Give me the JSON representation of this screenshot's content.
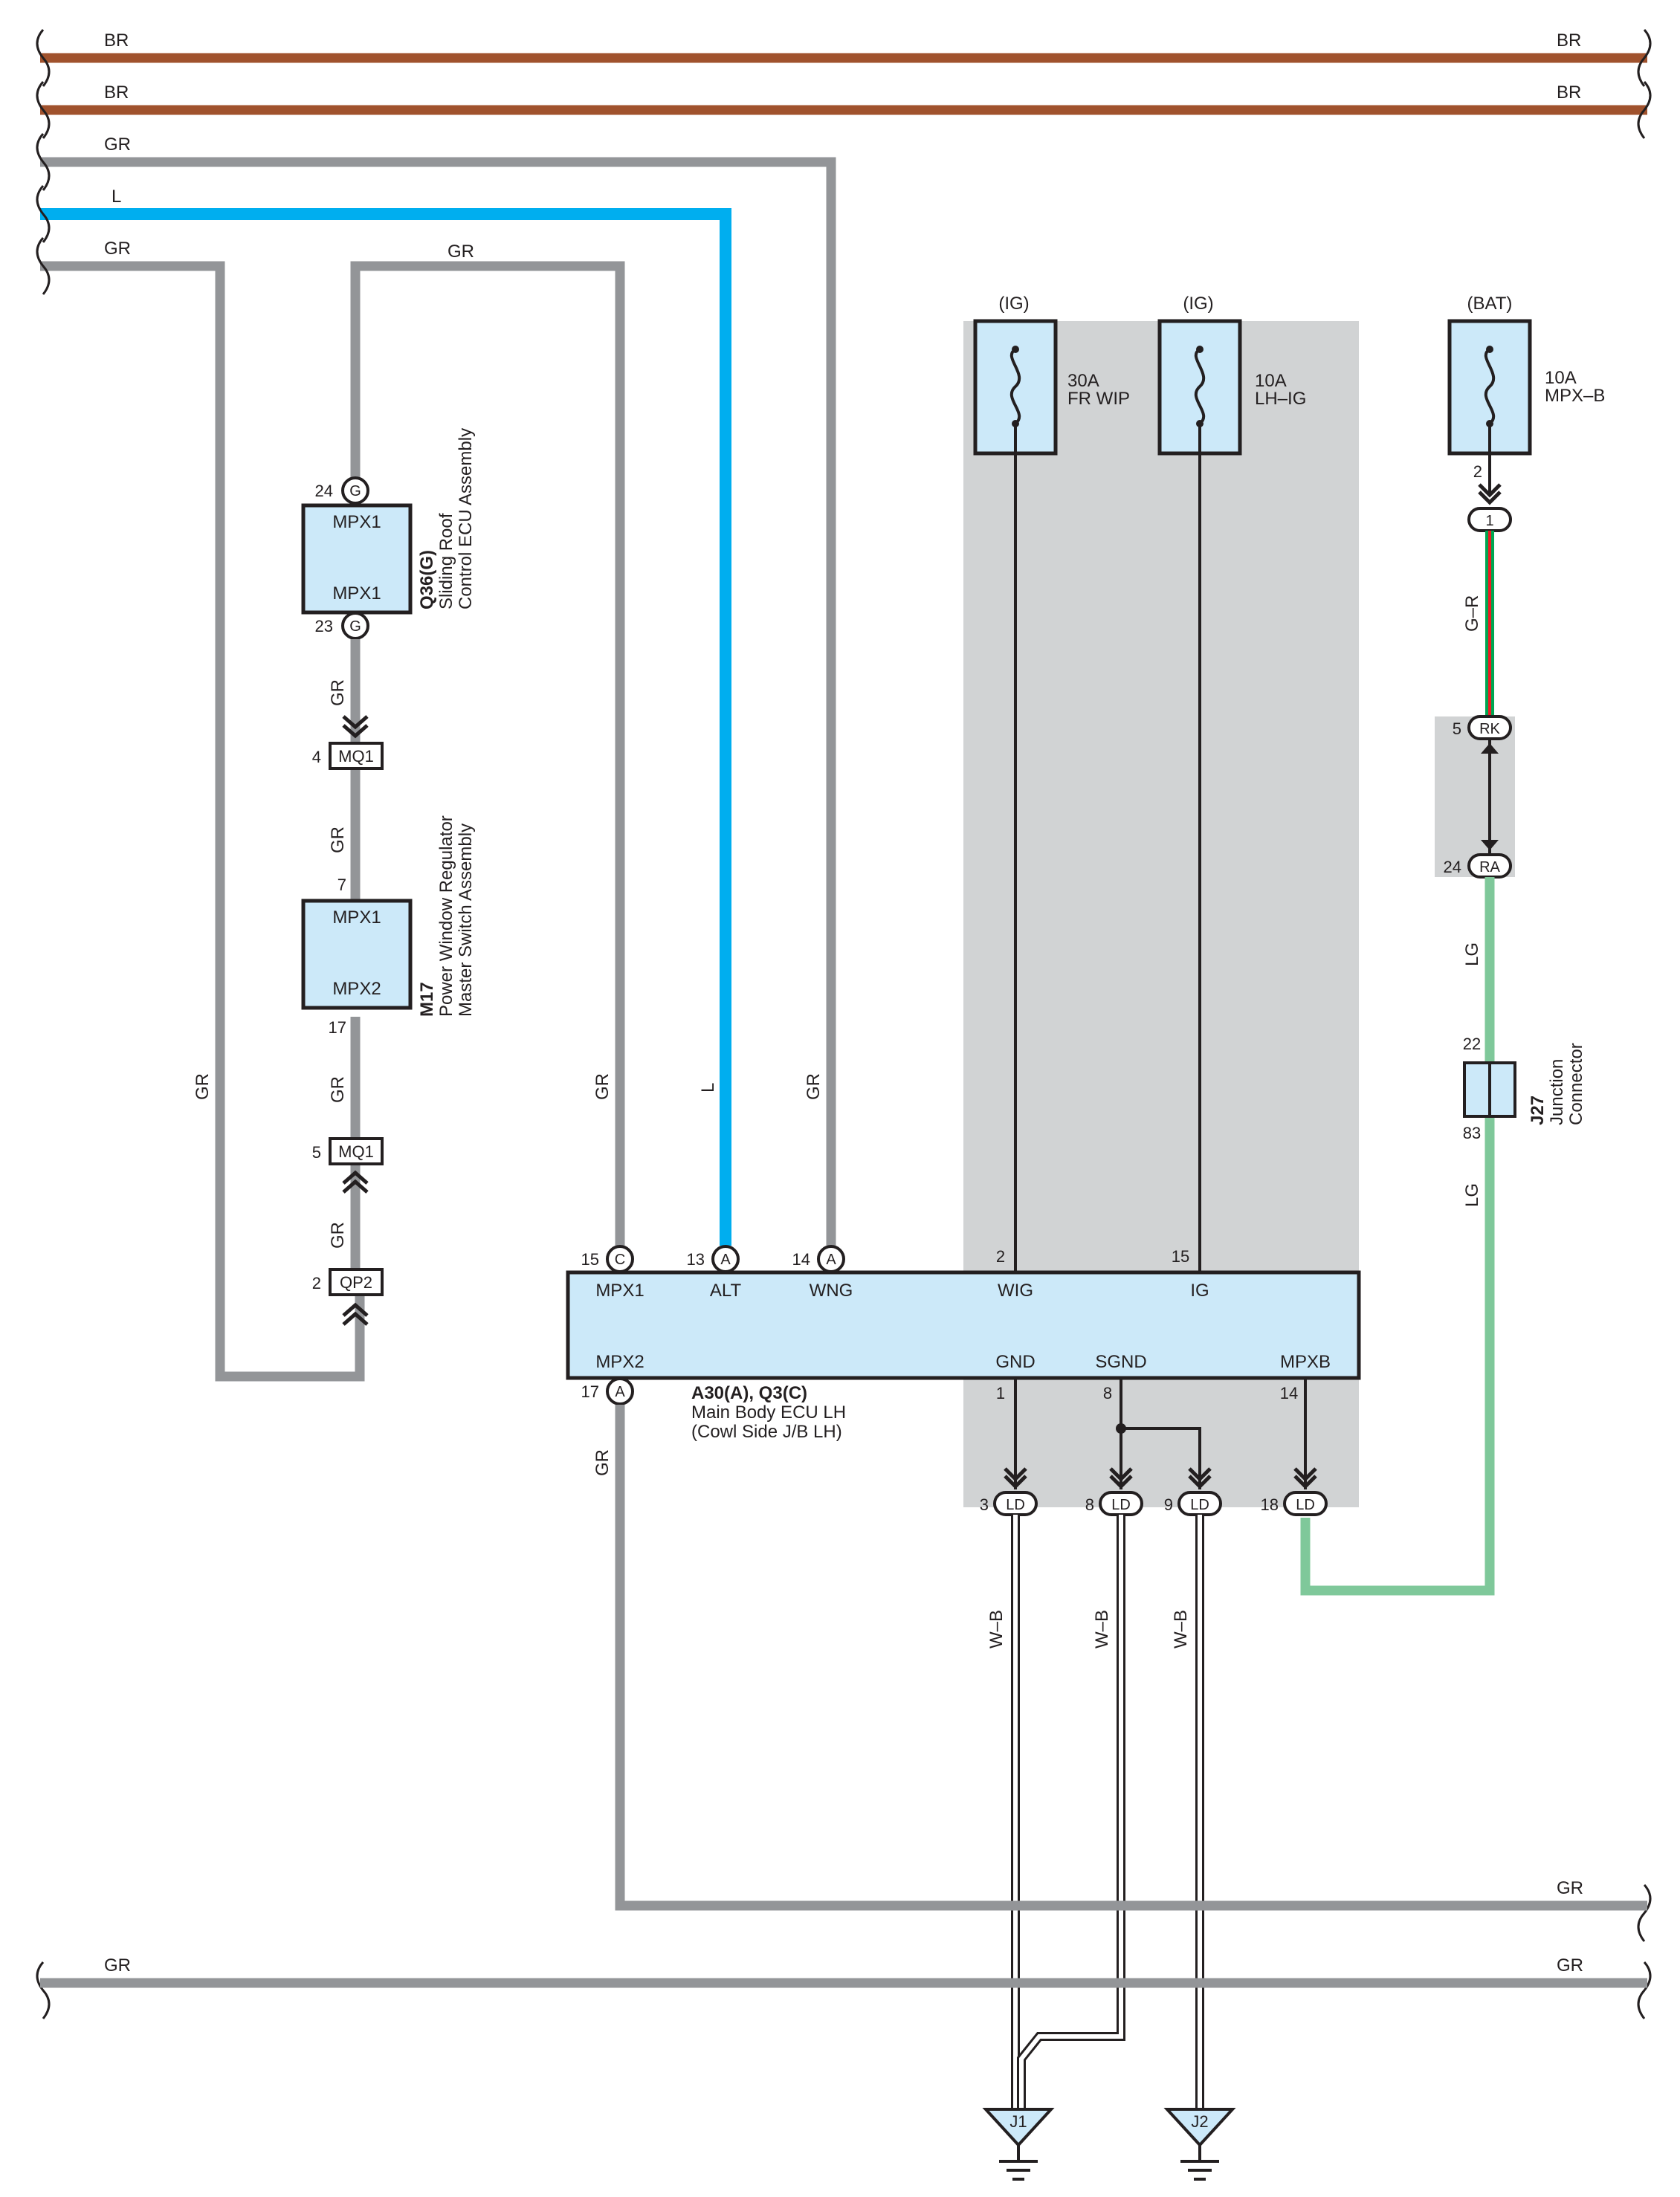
{
  "colors": {
    "wire_br": "#a0522d",
    "wire_gr": "#939598",
    "wire_l": "#00aeef",
    "wire_lg": "#7fc89a",
    "wire_black": "#231f20",
    "component_fill": "#cce9f9",
    "shade": "#d1d3d4",
    "wire_g": "#00a651",
    "wire_r": "#ed1c24"
  },
  "wires": {
    "br": "BR",
    "gr": "GR",
    "l": "L",
    "lg": "LG",
    "gr_dash": "G–R",
    "wb": "W–B"
  },
  "fuses": [
    {
      "source": "(IG)",
      "rating": "30A",
      "name": "FR WIP"
    },
    {
      "source": "(IG)",
      "rating": "10A",
      "name": "LH–IG"
    },
    {
      "source": "(BAT)",
      "rating": "10A",
      "name": "MPX–B"
    }
  ],
  "sliding_roof": {
    "code": "Q36(G)",
    "name1": "Sliding Roof",
    "name2": "Control ECU Assembly",
    "term_top": "MPX1",
    "term_bottom": "MPX1",
    "pin_top": "24",
    "pin_bottom": "23",
    "conn": "G"
  },
  "power_window": {
    "code": "M17",
    "name1": "Power Window Regulator",
    "name2": "Master Switch Assembly",
    "term_top": "MPX1",
    "term_bottom": "MPX2",
    "pin_top": "7",
    "pin_bottom": "17"
  },
  "splices": [
    {
      "pin": "4",
      "name": "MQ1"
    },
    {
      "pin": "5",
      "name": "MQ1"
    },
    {
      "pin": "2",
      "name": "QP2"
    }
  ],
  "main_ecu": {
    "code": "A30(A), Q3(C)",
    "name1": "Main Body ECU LH",
    "name2": "(Cowl Side J/B LH)",
    "top_terminals": [
      {
        "pin": "15",
        "conn": "C",
        "name": "MPX1"
      },
      {
        "pin": "13",
        "conn": "A",
        "name": "ALT"
      },
      {
        "pin": "14",
        "conn": "A",
        "name": "WNG"
      },
      {
        "pin": "2",
        "conn": "",
        "name": "WIG"
      },
      {
        "pin": "15",
        "conn": "",
        "name": "IG"
      }
    ],
    "bottom_terminals": [
      {
        "pin": "17",
        "conn": "A",
        "name": "MPX2"
      },
      {
        "pin": "1",
        "conn": "",
        "name": "GND"
      },
      {
        "pin": "8",
        "conn": "",
        "name": "SGND"
      },
      {
        "pin": "14",
        "conn": "",
        "name": "MPXB"
      }
    ]
  },
  "ld_connectors": [
    {
      "pin": "3",
      "name": "LD"
    },
    {
      "pin": "8",
      "name": "LD"
    },
    {
      "pin": "9",
      "name": "LD"
    },
    {
      "pin": "18",
      "name": "LD"
    }
  ],
  "bat_side": {
    "fuse_pin": "2",
    "conn_pin": "1",
    "rk_pin": "5",
    "rk": "RK",
    "ra_pin": "24",
    "ra": "RA"
  },
  "junction": {
    "code": "J27",
    "name1": "Junction",
    "name2": "Connector",
    "pin_top": "22",
    "pin_bottom": "83"
  },
  "grounds": [
    "J1",
    "J2"
  ]
}
